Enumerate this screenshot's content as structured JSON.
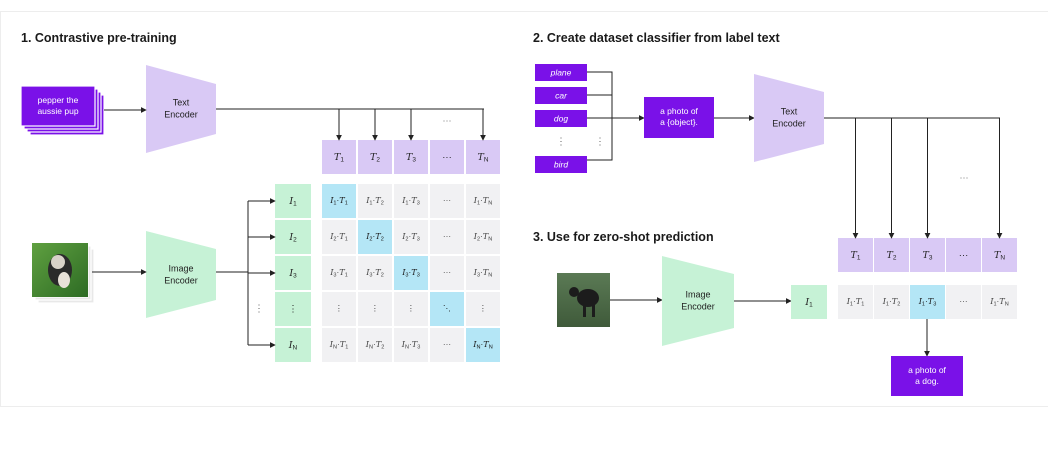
{
  "panel1": {
    "title": "1. Contrastive pre-training",
    "caption_text": [
      "pepper the",
      "aussie pup"
    ],
    "text_encoder": [
      "Text",
      "Encoder"
    ],
    "image_encoder": [
      "Image",
      "Encoder"
    ],
    "t_labels": [
      "T1",
      "T2",
      "T3",
      "···",
      "TN"
    ],
    "i_labels": [
      "I1",
      "I2",
      "I3",
      "⋮",
      "IN"
    ],
    "matrix": [
      [
        "I1·T1",
        "I1·T2",
        "I1·T3",
        "···",
        "I1·TN"
      ],
      [
        "I2·T1",
        "I2·T2",
        "I2·T3",
        "···",
        "I2·TN"
      ],
      [
        "I3·T1",
        "I3·T2",
        "I3·T3",
        "···",
        "I3·TN"
      ],
      [
        "⋮",
        "⋮",
        "⋮",
        "⋱",
        "⋮"
      ],
      [
        "IN·T1",
        "IN·T2",
        "IN·T3",
        "···",
        "IN·TN"
      ]
    ],
    "top_ellipsis": "···",
    "left_ellipsis": "⋮"
  },
  "panel2": {
    "title": "2. Create dataset classifier from label text",
    "labels": [
      "plane",
      "car",
      "dog",
      "⋮",
      "bird"
    ],
    "template": [
      "a photo of",
      "a {object}."
    ],
    "text_encoder": [
      "Text",
      "Encoder"
    ],
    "t_labels": [
      "T1",
      "T2",
      "T3",
      "···",
      "TN"
    ],
    "top_ellipsis": "···"
  },
  "panel3": {
    "title": "3. Use for zero-shot prediction",
    "image_encoder": [
      "Image",
      "Encoder"
    ],
    "i_label": "I1",
    "scores": [
      "I1·T1",
      "I1·T2",
      "I1·T3",
      "···",
      "I1·TN"
    ],
    "prediction": [
      "a photo of",
      "a dog."
    ]
  },
  "colors": {
    "purple": "#7a11e8",
    "lavender": "#d9c9f5",
    "mint": "#c6f2d6",
    "cyan": "#b4e6f6",
    "grey_cell": "#f1f1f3"
  }
}
